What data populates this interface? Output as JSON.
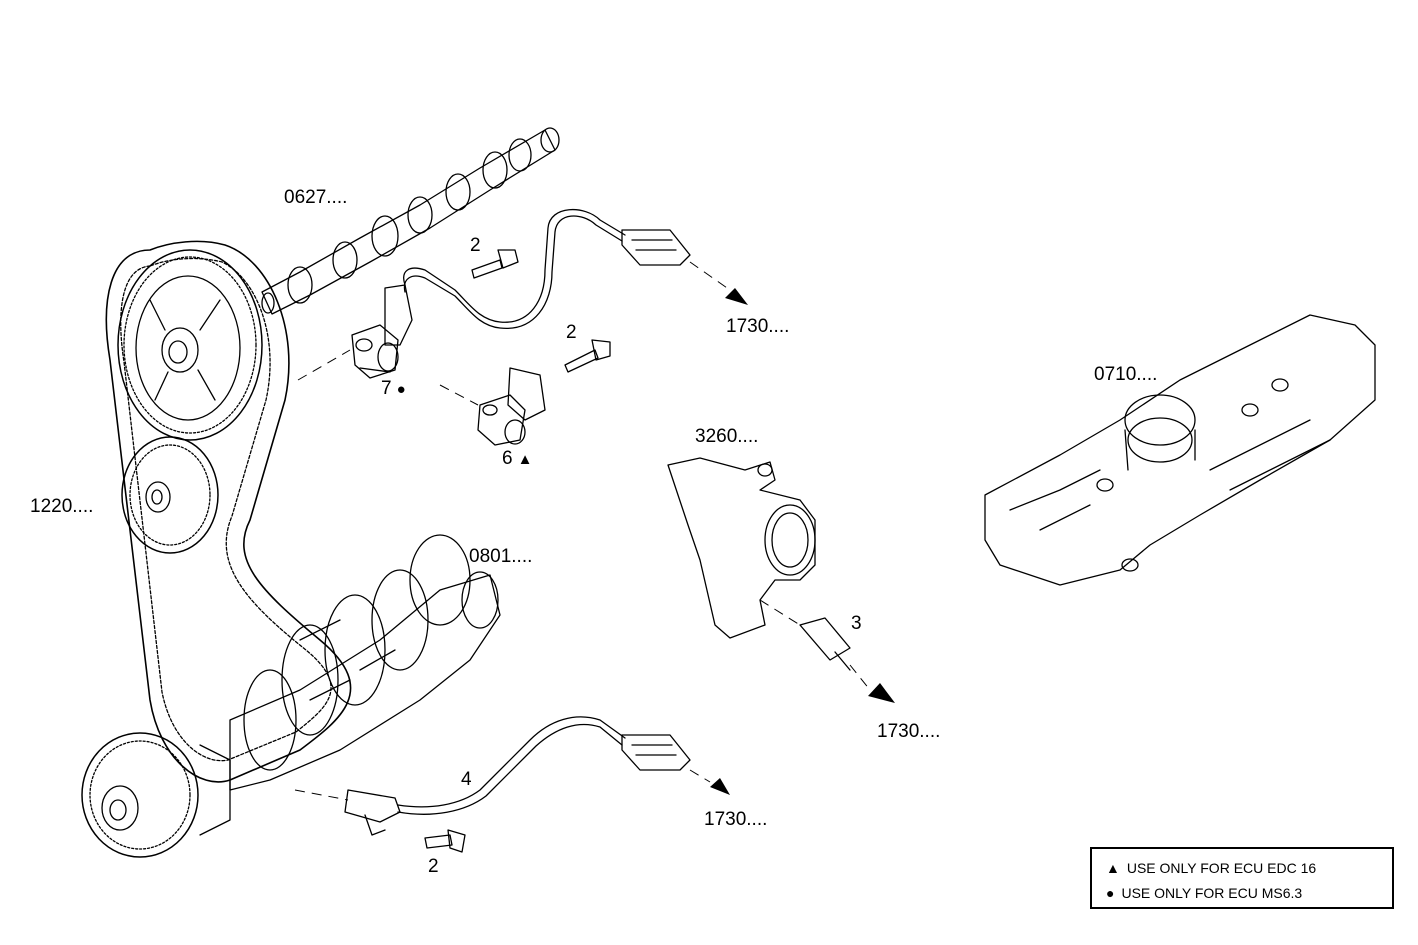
{
  "callouts": {
    "camshaft": "0627....",
    "timing_belt": "1220....",
    "crankshaft": "0801....",
    "thermostat": "3260....",
    "cylinder_head_cover": "0710....",
    "connector_1": "1730....",
    "connector_2": "1730....",
    "connector_3": "1730....",
    "bolt_a": "2",
    "bolt_b": "2",
    "bolt_c": "2",
    "temp_sensor": "3",
    "crank_sensor": "4",
    "cam_sensor_edc": "6",
    "cam_sensor_ms": "7"
  },
  "symbols": {
    "triangle": "▲",
    "circle": "●"
  },
  "legend": {
    "row1": "USE ONLY FOR ECU EDC 16",
    "row2": "USE ONLY FOR ECU MS6.3"
  }
}
